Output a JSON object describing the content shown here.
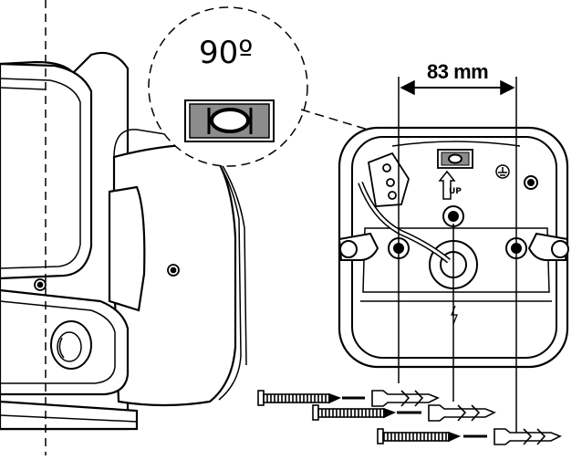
{
  "labels": {
    "angle": "90º",
    "distance": "83 mm",
    "up_mark": "UP"
  },
  "colors": {
    "ink": "#000000",
    "gray_fill": "#8c8c8c",
    "light_fill": "#e6e6e6",
    "paper": "#ffffff"
  },
  "icons": {
    "ground": "ground-symbol-icon",
    "lightning": "lightning-bolt-icon",
    "level": "spirit-level-icon"
  }
}
